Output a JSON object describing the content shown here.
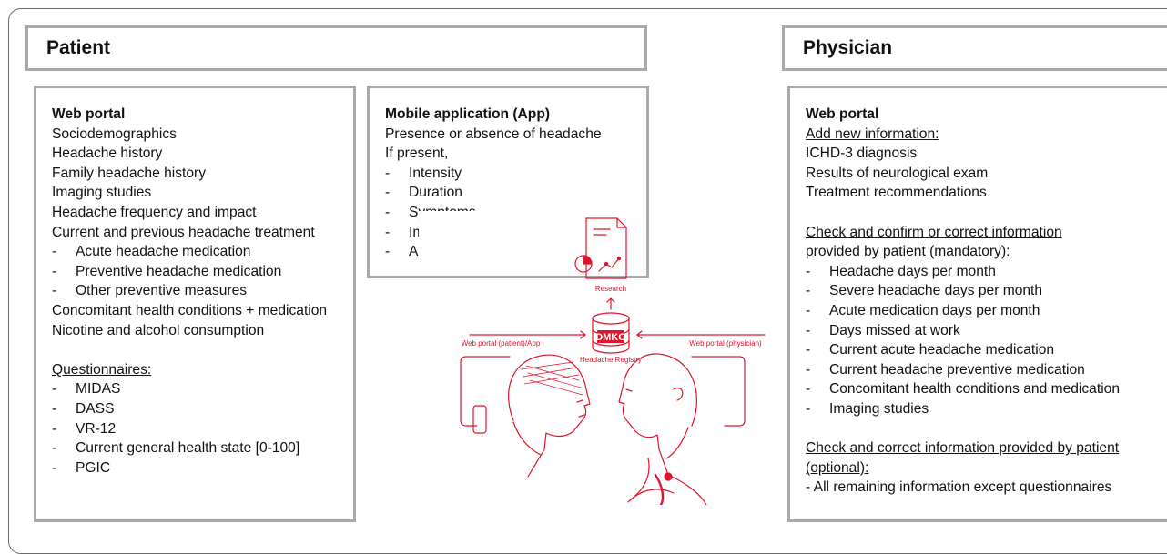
{
  "patient": {
    "title": "Patient",
    "web_portal": {
      "heading": "Web portal",
      "items": [
        "Sociodemographics",
        "Headache history",
        "Family headache history",
        "Imaging studies",
        "Headache frequency and impact",
        "Current and previous headache treatment"
      ],
      "treatment_subitems": [
        "Acute headache medication",
        "Preventive headache medication",
        "Other preventive measures"
      ],
      "items2": [
        "Concomitant health conditions + medication",
        "Nicotine and alcohol consumption"
      ],
      "questionnaires_heading": "Questionnaires:",
      "questionnaires": [
        "MIDAS",
        "DASS",
        "VR-12",
        "Current general health state [0-100]",
        "PGIC"
      ]
    },
    "app": {
      "heading": "Mobile application (App)",
      "line1": "Presence or absence of headache",
      "line2": "If present,",
      "items": [
        "Intensity",
        "Duration",
        "Symptoms",
        "Impact",
        "Acute medication use"
      ]
    }
  },
  "physician": {
    "title": "Physician",
    "heading": "Web portal",
    "add_heading": "Add new information:",
    "add_items": [
      "ICHD-3 diagnosis",
      "Results of neurological exam",
      "Treatment recommendations"
    ],
    "check_heading_1": "Check and confirm or correct information",
    "check_heading_2": "provided by patient (mandatory):",
    "check_items": [
      "Headache days per month",
      "Severe headache days per month",
      "Acute medication days per month",
      "Days missed at work",
      "Current acute headache medication",
      "Current headache preventive medication",
      "Concomitant health conditions and medication",
      "Imaging studies"
    ],
    "optional_heading_1": "Check and correct information provided by patient",
    "optional_heading_2": "(optional):",
    "optional_item": "- All remaining information except questionnaires"
  },
  "illustration": {
    "research_label": "Research",
    "registry_label": "Headache Registry",
    "logo_text": "DMKG",
    "left_arrow_label": "Web portal (patient)/App",
    "right_arrow_label": "Web portal (physician)",
    "accent_color": "#e0142b"
  },
  "dash": "-"
}
